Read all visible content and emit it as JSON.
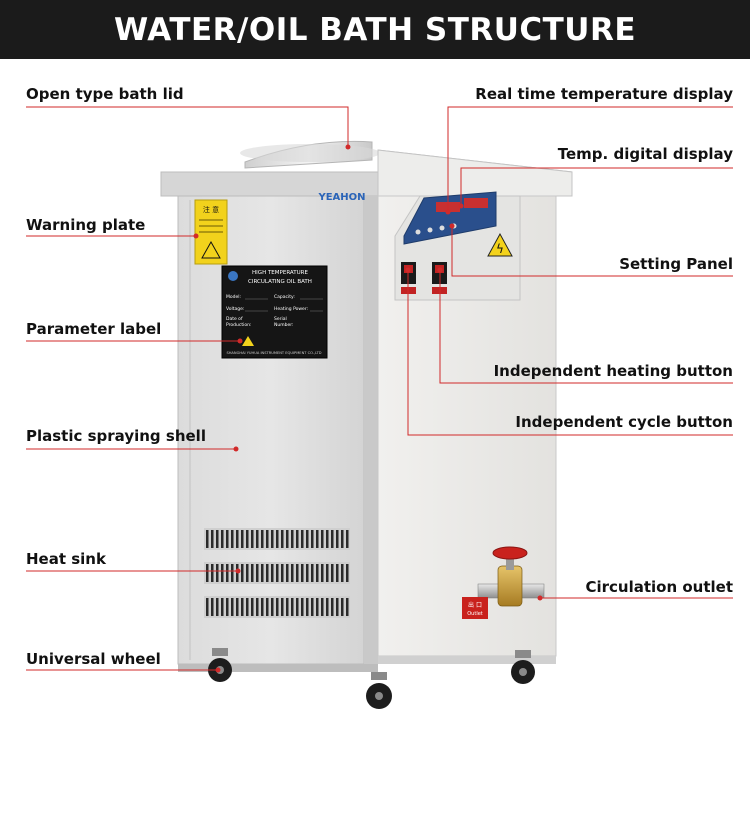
{
  "title": "WATER/OIL BATH STRUCTURE",
  "brand": "YEAHON",
  "colors": {
    "banner": "#1b1b1b",
    "leader": "#d12a2a",
    "shell": "#e9e8e6",
    "knob": "#c9221d",
    "brass": "#c9a043"
  },
  "labels_left": [
    "Open type bath lid",
    "Warning plate",
    "Parameter label",
    "Plastic spraying shell",
    "Heat sink",
    "Universal wheel"
  ],
  "labels_right": [
    "Real time temperature display",
    "Temp. digital display",
    "Setting Panel",
    "Independent heating button",
    "Independent cycle button",
    "Circulation outlet"
  ],
  "plate": {
    "title_line1": "HIGH TEMPERATURE",
    "title_line2": "CIRCULATING OIL BATH",
    "model": "Model:",
    "capacity": "Capacity:",
    "voltage": "Voltage:",
    "heating_power": "Heating Power:",
    "date_line1": "Date of",
    "date_line2": "Production:",
    "serial_line1": "Serial",
    "serial_line2": "Number:",
    "maker": "SHANGHAI YUHUA INSTRUMENT EQUIPMENT CO.,LTD"
  },
  "warning_sticker": "注 意",
  "outlet_sticker_line1": "出 口",
  "outlet_sticker_line2": "Outlet"
}
